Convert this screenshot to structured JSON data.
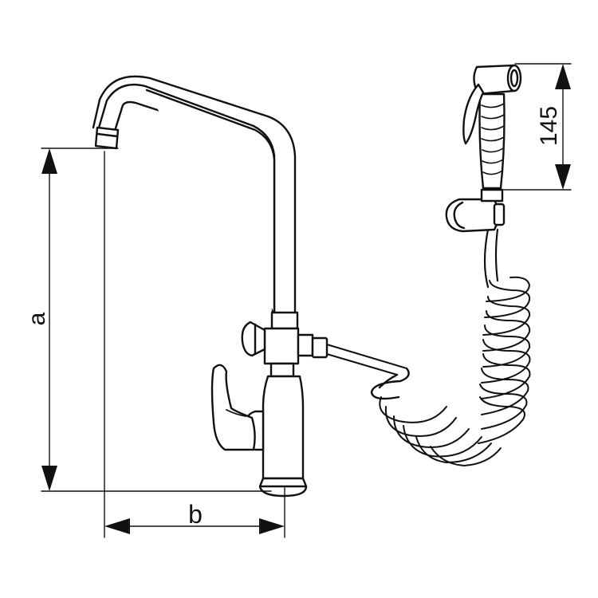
{
  "colors": {
    "line": "#111111",
    "background": "#ffffff"
  },
  "dimensions": {
    "height_label": "a",
    "width_label": "b",
    "sprayer_label": "145"
  }
}
